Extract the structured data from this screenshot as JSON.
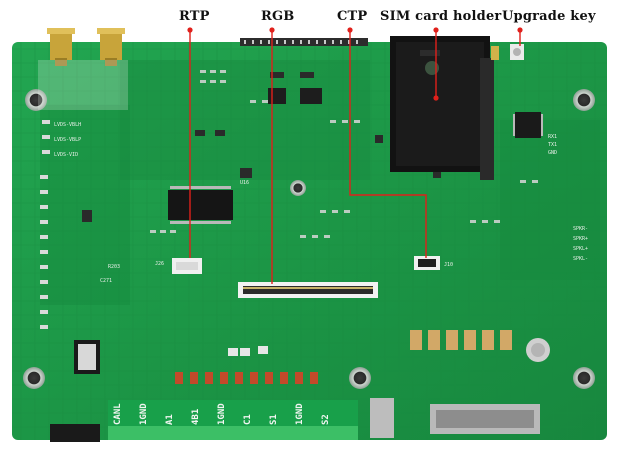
{
  "callouts": {
    "rtp": "RTP",
    "rgb": "RGB",
    "ctp": "CTP",
    "sim": "SIM card holder",
    "upgrade": "Upgrade key"
  },
  "silkscreen": {
    "left_pins": [
      "LVDS-VBLH",
      "LVDS-VBLP",
      "LVDS-VID"
    ],
    "chip_u16": "U16",
    "conn_j26": "J26",
    "conn_j10": "J10",
    "r203": "R203",
    "c271": "C271",
    "bottom_terminals": [
      "CANL",
      "1GND",
      "A1",
      "4B1",
      "1GND",
      "C1",
      "S1",
      "1GND",
      "S2"
    ],
    "right_pins": [
      "SPKR-",
      "SPKR+",
      "SPKL+",
      "SPKL-"
    ],
    "rx": "RX1",
    "tx": "TX1",
    "gnd": "GND"
  },
  "colors": {
    "pcb_green": "#1f9b4a",
    "pcb_dark": "#0e7a36",
    "callout_red": "#e0201b",
    "sim_black": "#121212"
  }
}
